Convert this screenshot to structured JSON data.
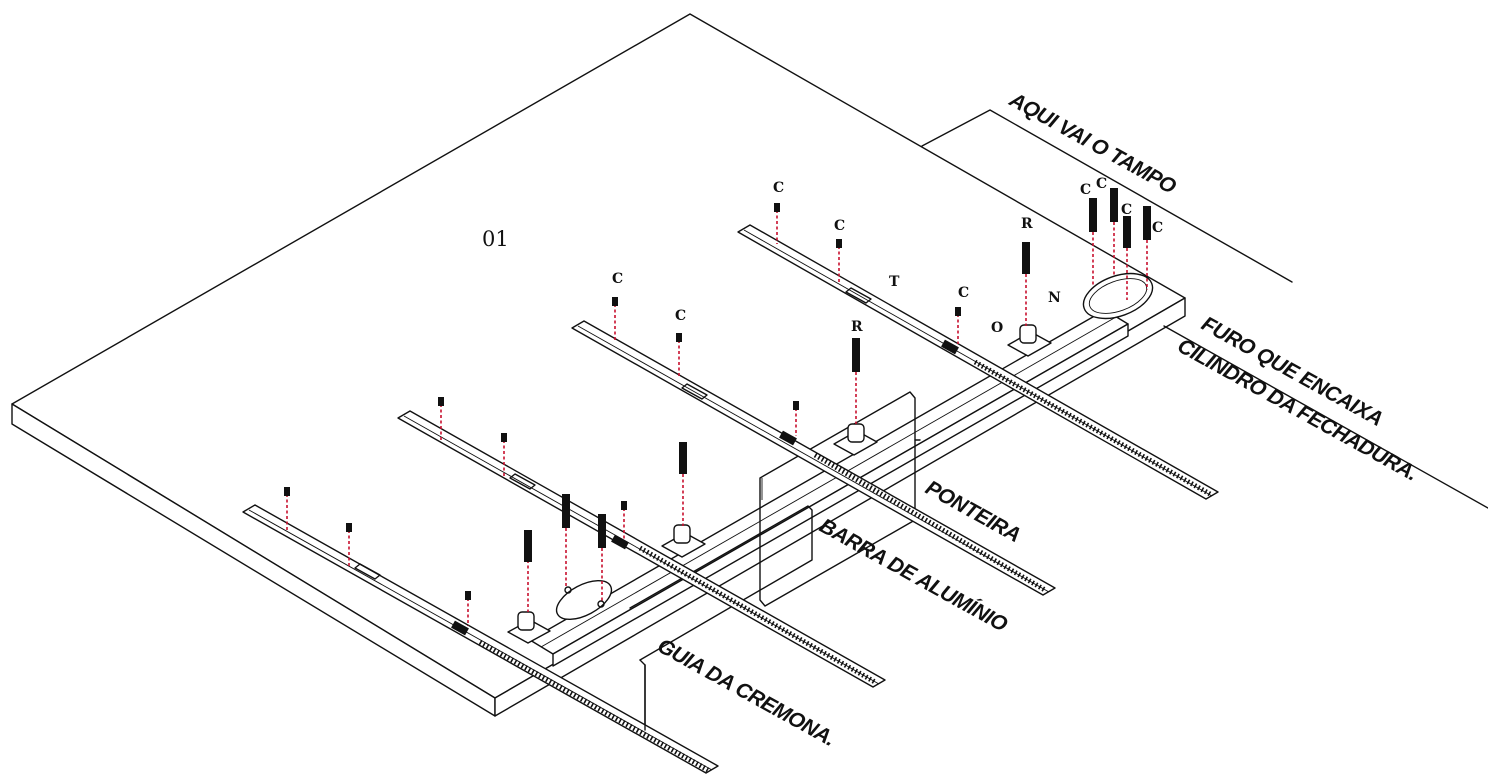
{
  "figure_number": "01",
  "callouts": {
    "tampo": "AQUI VAI O TAMPO",
    "furo_line1": "FURO QUE ENCAIXA",
    "furo_line2": "CILINDRO DA FECHADURA.",
    "ponteira": "PONTEIRA",
    "barra": "BARRA DE ALUMÍNIO",
    "guia": "GUIA DA CREMONA."
  },
  "part_letters": {
    "c": "C",
    "r": "R",
    "t": "T",
    "n": "N",
    "o": "O"
  },
  "colors": {
    "line": "#111111",
    "screw_axis": "#c8102e",
    "background": "#ffffff"
  }
}
